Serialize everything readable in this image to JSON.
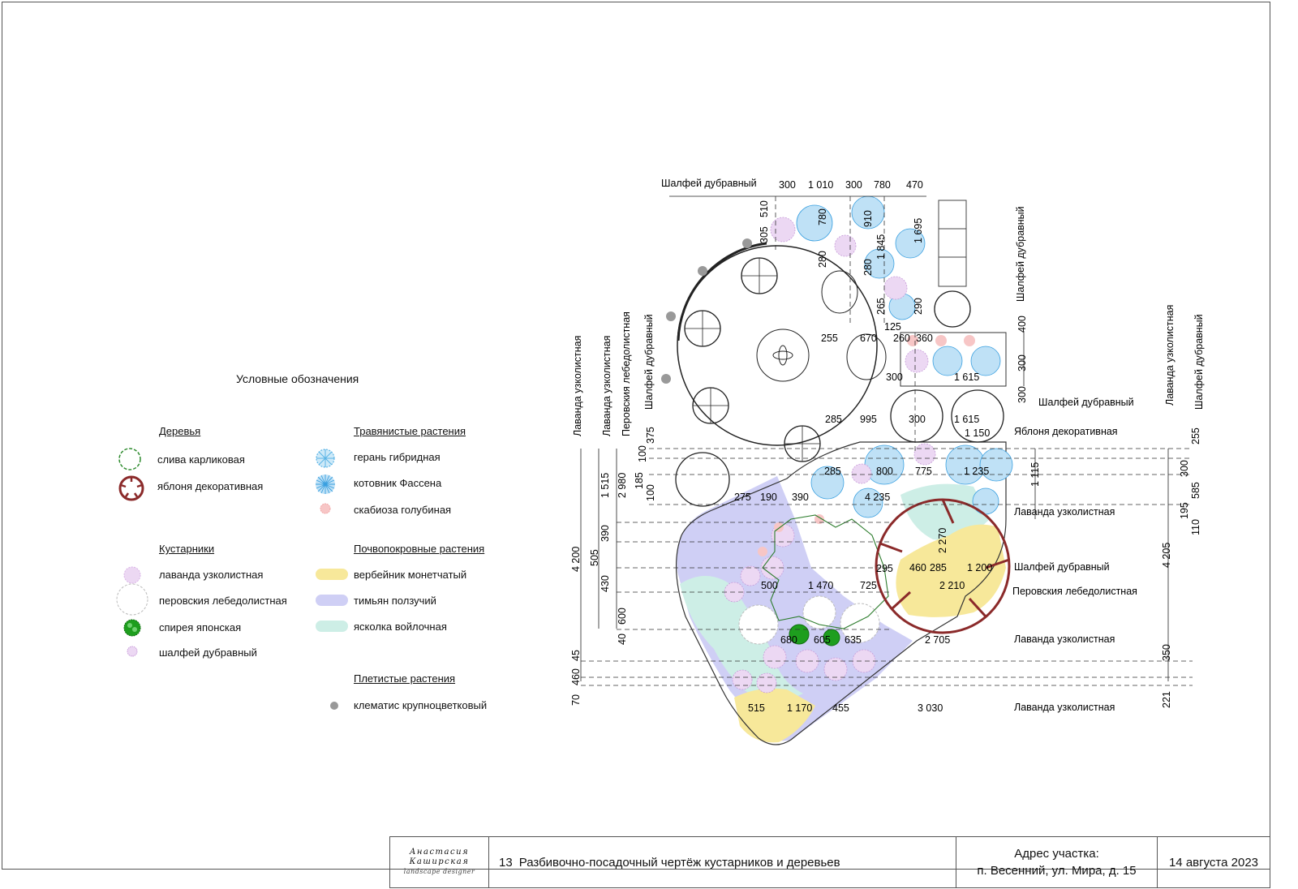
{
  "legend": {
    "title": "Условные обозначения",
    "trees_heading": "Деревья",
    "trees": [
      {
        "label": "слива карликовая",
        "icon": "plum-tree-icon",
        "color": "#2e8b2e"
      },
      {
        "label": "яблоня декоративная",
        "icon": "apple-tree-icon",
        "color": "#8b2a2a"
      }
    ],
    "herbs_heading": "Травянистые растения",
    "herbs": [
      {
        "label": "герань гибридная",
        "icon": "geranium-icon",
        "color": "#5ab4e6"
      },
      {
        "label": "котовник Фассена",
        "icon": "catmint-icon",
        "color": "#5ab4e6"
      },
      {
        "label": "скабиоза голубиная",
        "icon": "scabiosa-icon",
        "color": "#f2a6a6"
      }
    ],
    "shrubs_heading": "Кустарники",
    "shrubs": [
      {
        "label": "лаванда узколистная",
        "icon": "lavender-icon",
        "color": "#d9b3e6"
      },
      {
        "label": "перовския лебедолистная",
        "icon": "perovskia-icon",
        "color": "#cccccc"
      },
      {
        "label": "спирея японская",
        "icon": "spirea-icon",
        "color": "#1e9e1e"
      },
      {
        "label": "шалфей дубравный",
        "icon": "sage-icon",
        "color": "#d9b3e6"
      }
    ],
    "groundcover_heading": "Почвопокровные растения",
    "groundcover": [
      {
        "label": "вербейник монетчатый",
        "icon": "lysimachia-swatch",
        "color": "#f7e89a"
      },
      {
        "label": "тимьян ползучий",
        "icon": "thyme-swatch",
        "color": "#cfcff5"
      },
      {
        "label": "ясколка войлочная",
        "icon": "cerastium-swatch",
        "color": "#cdeee6"
      }
    ],
    "climbers_heading": "Плетистые растения",
    "climbers": [
      {
        "label": "клематис крупноцветковый",
        "icon": "clematis-icon",
        "color": "#999999"
      }
    ]
  },
  "plan": {
    "labels": {
      "top_left": "Шалфей дубравный",
      "vert_sage_top_right": "Шалфей дубравный",
      "right_sage_1": "Шалфей дубравный",
      "right_apple": "Яблоня декоративная",
      "right_lavender_1": "Лаванда узколистная",
      "right_sage_2": "Шалфей дубравный",
      "right_perovskia": "Перовския лебедолистная",
      "right_lavender_2": "Лаванда узколистная",
      "right_lavender_3": "Лаванда узколистная",
      "left_v1": "Лаванда узколистная",
      "left_v2": "Лаванда узколистная",
      "left_v3": "Перовския лебедолистная",
      "left_v4": "Шалфей дубравный",
      "far_right_v1": "Лаванда узколистная",
      "far_right_v2": "Шалфей дубравный"
    },
    "dims_top": [
      "300",
      "1 010",
      "300",
      "780",
      "470"
    ],
    "dims_inner": [
      "510",
      "305",
      "780",
      "910",
      "1 845",
      "1 695",
      "280",
      "280",
      "265",
      "290",
      "125",
      "255",
      "670",
      "260",
      "360",
      "300",
      "1 615",
      "400",
      "300",
      "300",
      "285",
      "995",
      "300",
      "1 615",
      "1 150",
      "285",
      "800",
      "775",
      "1 235",
      "1 115",
      "275",
      "190",
      "390",
      "4 235",
      "2 270",
      "295",
      "460",
      "285",
      "1 200",
      "500",
      "1 470",
      "725",
      "2 210",
      "680",
      "605",
      "635",
      "2 705",
      "515",
      "1 170",
      "455",
      "3 030"
    ],
    "dims_left": [
      "375",
      "100",
      "185",
      "100",
      "1 515",
      "2 980",
      "390",
      "505",
      "430",
      "4 200",
      "600",
      "40",
      "45",
      "460",
      "70"
    ],
    "dims_right": [
      "255",
      "300",
      "585",
      "195",
      "110",
      "4 205",
      "350",
      "221"
    ]
  },
  "title_block": {
    "logo_line1": "Анастасия",
    "logo_line2": "Каширская",
    "logo_line3": "landscape designer",
    "sheet_number": "13",
    "sheet_title": "Разбивочно-посадочный чертёж кустарников и деревьев",
    "address_line1": "Адрес участка:",
    "address_line2": "п. Весенний, ул. Мира, д. 15",
    "date": "14 августа 2023"
  }
}
